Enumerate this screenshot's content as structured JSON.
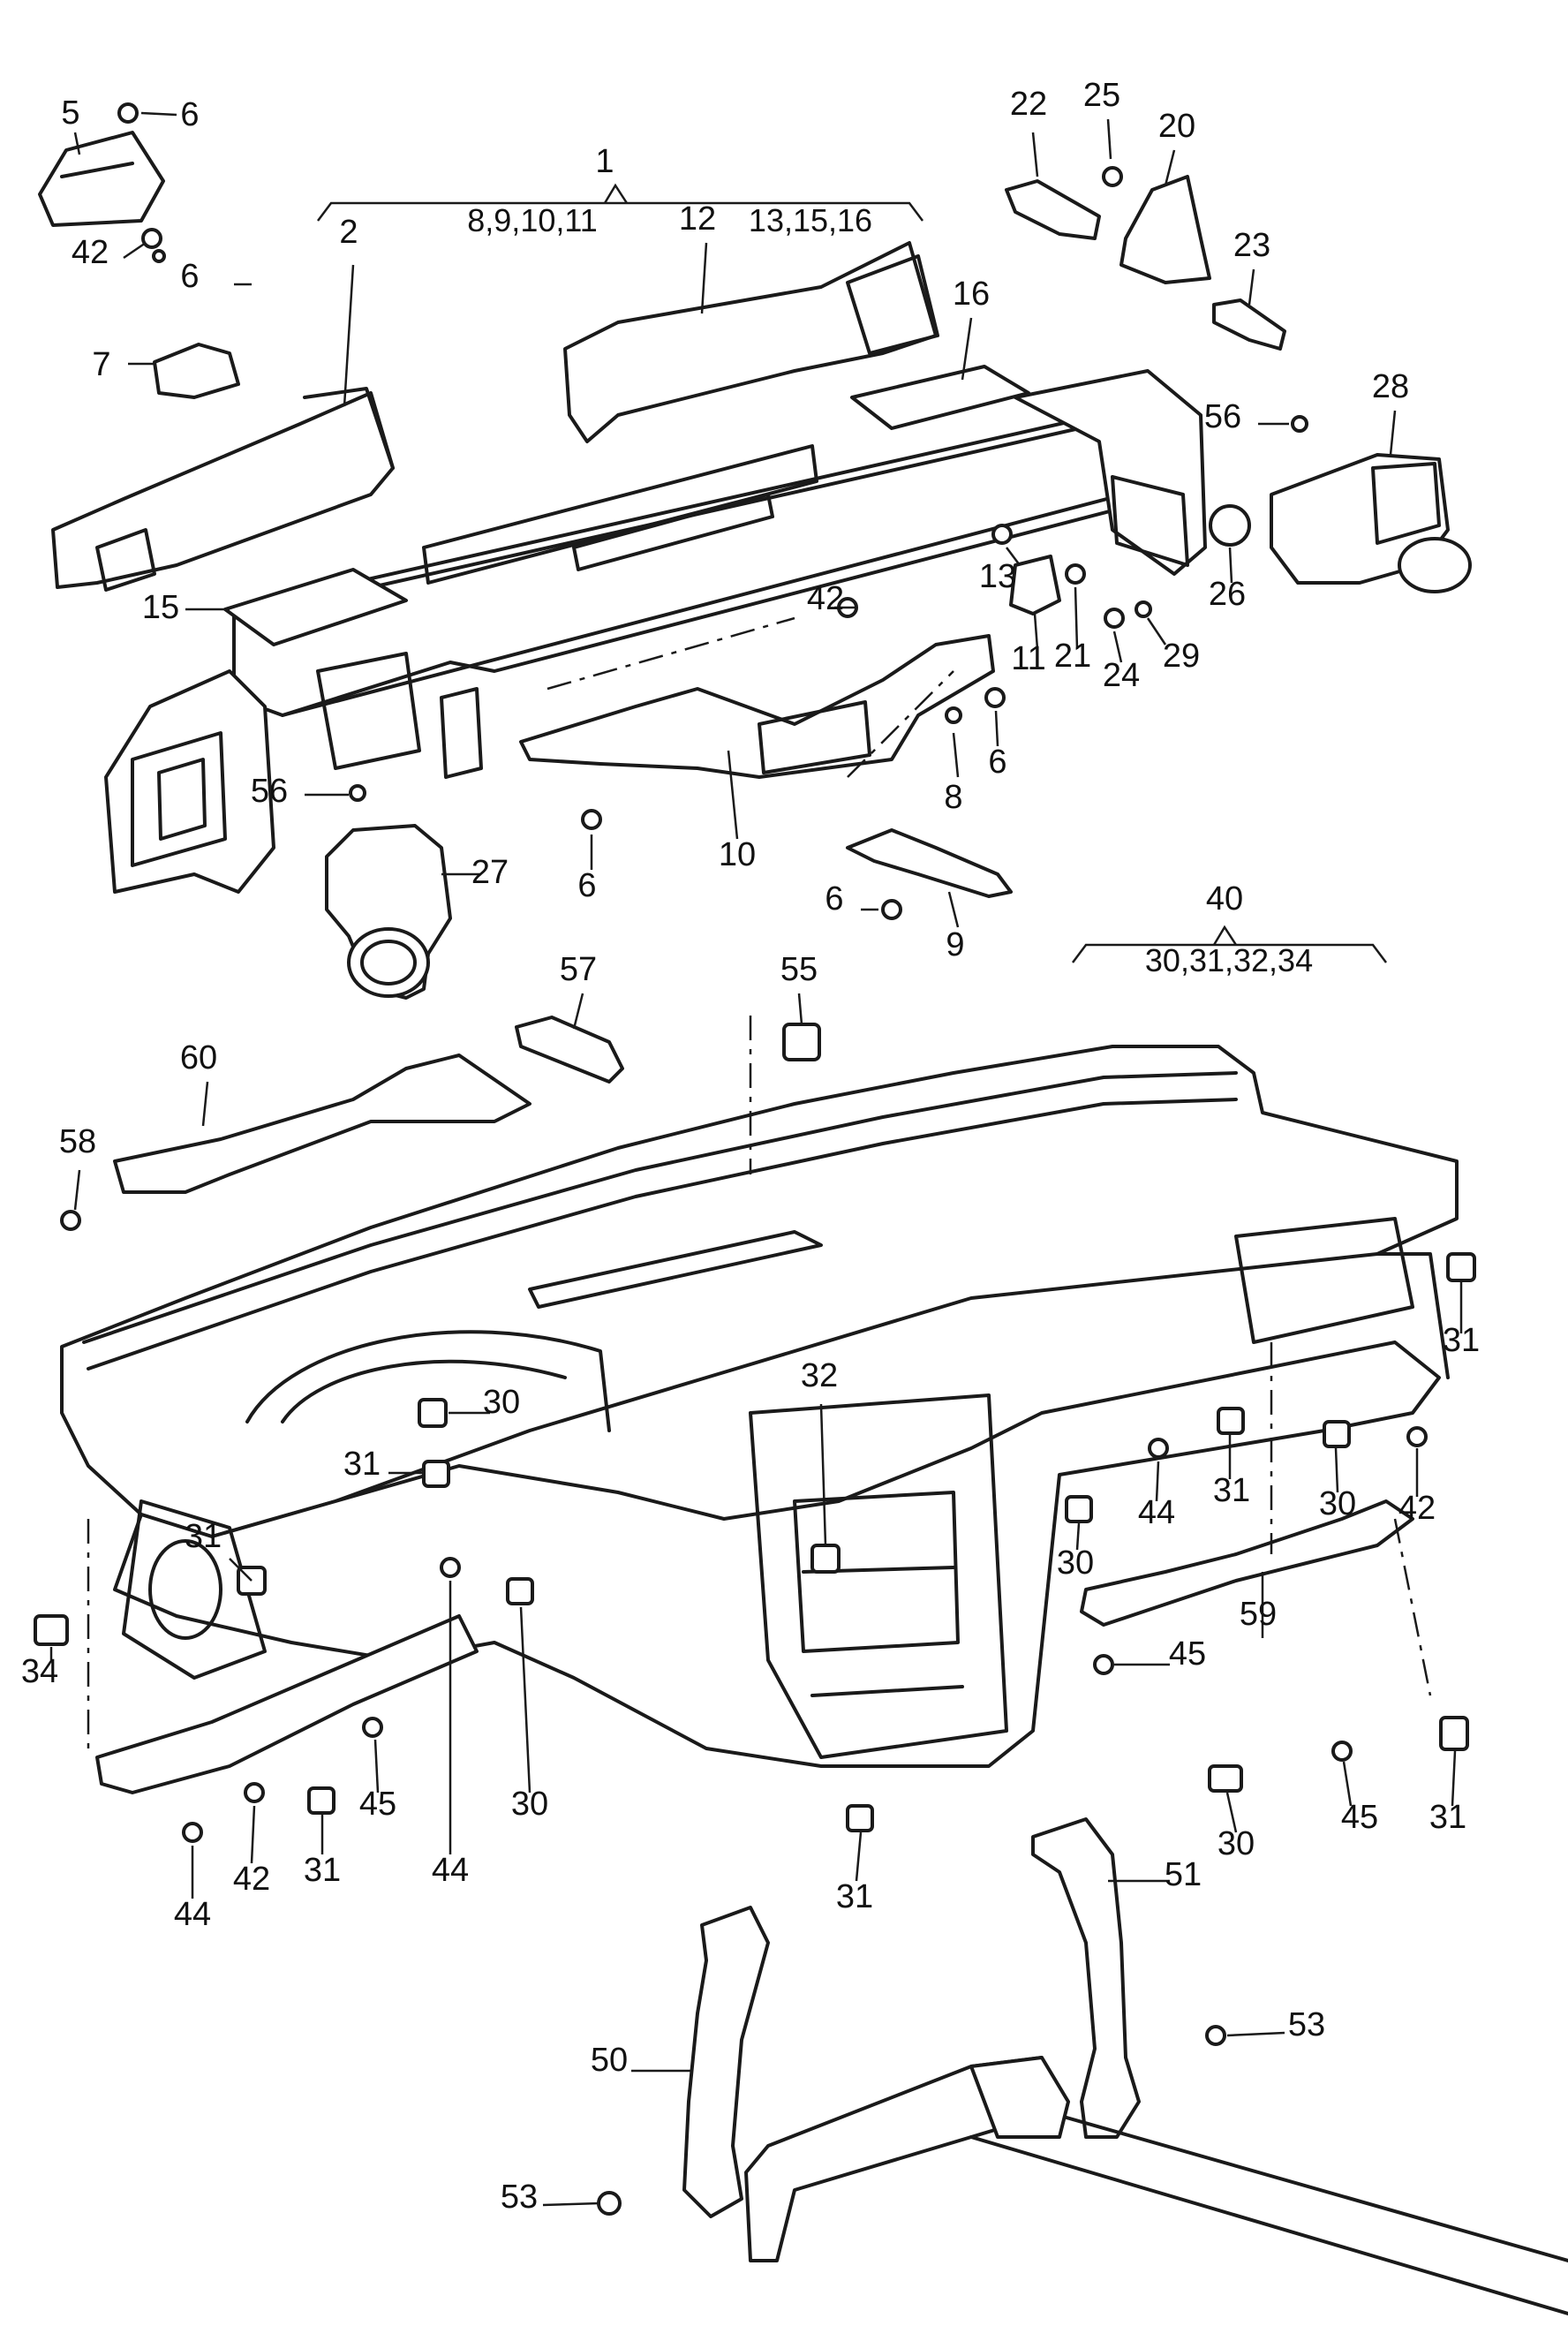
{
  "diagram": {
    "callouts": [
      {
        "id": "c1",
        "text": "1"
      },
      {
        "id": "c2",
        "text": "2"
      },
      {
        "id": "c5",
        "text": "5"
      },
      {
        "id": "c6a",
        "text": "6"
      },
      {
        "id": "c42a",
        "text": "42"
      },
      {
        "id": "c6b",
        "text": "6"
      },
      {
        "id": "c7",
        "text": "7"
      },
      {
        "id": "c15",
        "text": "15"
      },
      {
        "id": "c56a",
        "text": "56"
      },
      {
        "id": "c27",
        "text": "27"
      },
      {
        "id": "c10",
        "text": "10"
      },
      {
        "id": "c6c",
        "text": "6"
      },
      {
        "id": "c12",
        "text": "12"
      },
      {
        "id": "c16",
        "text": "16"
      },
      {
        "id": "c42b",
        "text": "42"
      },
      {
        "id": "c13",
        "text": "13"
      },
      {
        "id": "c11",
        "text": "11"
      },
      {
        "id": "c8",
        "text": "8"
      },
      {
        "id": "c6d",
        "text": "6"
      },
      {
        "id": "c9",
        "text": "9"
      },
      {
        "id": "c6e",
        "text": "6"
      },
      {
        "id": "c22",
        "text": "22"
      },
      {
        "id": "c25",
        "text": "25"
      },
      {
        "id": "c20",
        "text": "20"
      },
      {
        "id": "c23",
        "text": "23"
      },
      {
        "id": "c56b",
        "text": "56"
      },
      {
        "id": "c28",
        "text": "28"
      },
      {
        "id": "c26",
        "text": "26"
      },
      {
        "id": "c21",
        "text": "21"
      },
      {
        "id": "c24",
        "text": "24"
      },
      {
        "id": "c29",
        "text": "29"
      },
      {
        "id": "c40",
        "text": "40"
      },
      {
        "id": "c57",
        "text": "57"
      },
      {
        "id": "c55",
        "text": "55"
      },
      {
        "id": "c60",
        "text": "60"
      },
      {
        "id": "c58",
        "text": "58"
      },
      {
        "id": "c30a",
        "text": "30"
      },
      {
        "id": "c31a",
        "text": "31"
      },
      {
        "id": "c32",
        "text": "32"
      },
      {
        "id": "c31b",
        "text": "31"
      },
      {
        "id": "c34",
        "text": "34"
      },
      {
        "id": "c44a",
        "text": "44"
      },
      {
        "id": "c42c",
        "text": "42"
      },
      {
        "id": "c31c",
        "text": "31"
      },
      {
        "id": "c45a",
        "text": "45"
      },
      {
        "id": "c44b",
        "text": "44"
      },
      {
        "id": "c30b",
        "text": "30"
      },
      {
        "id": "c31d",
        "text": "31"
      },
      {
        "id": "c45b",
        "text": "45"
      },
      {
        "id": "c44c",
        "text": "44"
      },
      {
        "id": "c30c",
        "text": "30"
      },
      {
        "id": "c31e",
        "text": "31"
      },
      {
        "id": "c30d",
        "text": "30"
      },
      {
        "id": "c42d",
        "text": "42"
      },
      {
        "id": "c31f",
        "text": "31"
      },
      {
        "id": "c59",
        "text": "59"
      },
      {
        "id": "c30e",
        "text": "30"
      },
      {
        "id": "c45c",
        "text": "45"
      },
      {
        "id": "c31g",
        "text": "31"
      },
      {
        "id": "c51",
        "text": "51"
      },
      {
        "id": "c50",
        "text": "50"
      },
      {
        "id": "c53a",
        "text": "53"
      },
      {
        "id": "c53b",
        "text": "53"
      }
    ],
    "bracket_groups": [
      {
        "id": "b1",
        "text": "8,9,10,11"
      },
      {
        "id": "b2",
        "text": "13,15,16"
      },
      {
        "id": "b3",
        "text": "30,31,32,34"
      }
    ]
  }
}
